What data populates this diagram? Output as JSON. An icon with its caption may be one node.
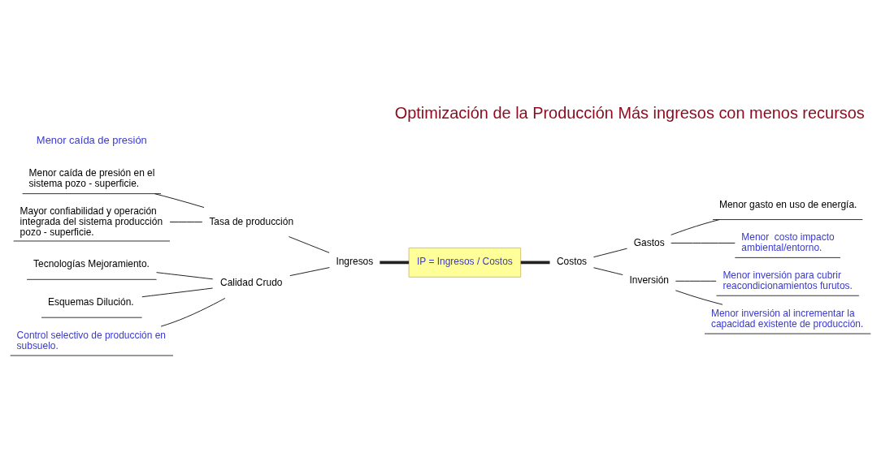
{
  "diagram": {
    "title": "Optimización de la Producción Más ingresos con menos recursos",
    "nodes": [
      {
        "text": [
          "IP = Ingresos / Costos"
        ]
      },
      {
        "text": [
          "Ingresos"
        ]
      },
      {
        "text": [
          "Costos"
        ]
      },
      {
        "text": [
          "Tasa de producción"
        ]
      },
      {
        "text": [
          "Calidad Crudo"
        ]
      },
      {
        "text": [
          "Menor caída de presión en el sistema pozo - superficie."
        ]
      },
      {
        "text": [
          "Mayor confiabilidad y operación integrada del sistema producción pozo - superficie."
        ]
      },
      {
        "text": [
          "Tecnologías Mejoramiento."
        ]
      },
      {
        "text": [
          "Esquemas Dilución."
        ]
      },
      {
        "text": [
          "Control selectivo de producción en subsuelo."
        ]
      },
      {
        "text": [
          "Gastos"
        ]
      },
      {
        "text": [
          "Inversión"
        ]
      },
      {
        "text": [
          "Menor gasto en uso de energía."
        ]
      },
      {
        "text": [
          "Menor  costo impacto ambiental/entorno."
        ]
      },
      {
        "text": [
          "Menor inversión para cubrir reacondicionamientos furutos."
        ]
      },
      {
        "text": [
          "Menor inversión al incrementar la capacidad existente de producción."
        ]
      }
    ],
    "edges": [
      {
        "from": 1,
        "to": 0,
        "arrow": "none",
        "style": "thick"
      },
      {
        "from": 0,
        "to": 2,
        "arrow": "none",
        "style": "thick"
      },
      {
        "from": 3,
        "to": 1,
        "arrow": "none"
      },
      {
        "from": 4,
        "to": 1,
        "arrow": "none"
      },
      {
        "from": 5,
        "to": 3,
        "arrow": "none"
      },
      {
        "from": 6,
        "to": 3,
        "arrow": "none"
      },
      {
        "from": 7,
        "to": 4,
        "arrow": "none"
      },
      {
        "from": 8,
        "to": 4,
        "arrow": "none"
      },
      {
        "from": 9,
        "to": 4,
        "arrow": "none"
      },
      {
        "from": 2,
        "to": 10,
        "arrow": "none"
      },
      {
        "from": 2,
        "to": 11,
        "arrow": "none"
      },
      {
        "from": 10,
        "to": 12,
        "arrow": "none"
      },
      {
        "from": 10,
        "to": 13,
        "arrow": "none"
      },
      {
        "from": 11,
        "to": 14,
        "arrow": "none"
      },
      {
        "from": 11,
        "to": 15,
        "arrow": "none"
      }
    ],
    "labels": [
      "Menor caída de presión"
    ]
  }
}
